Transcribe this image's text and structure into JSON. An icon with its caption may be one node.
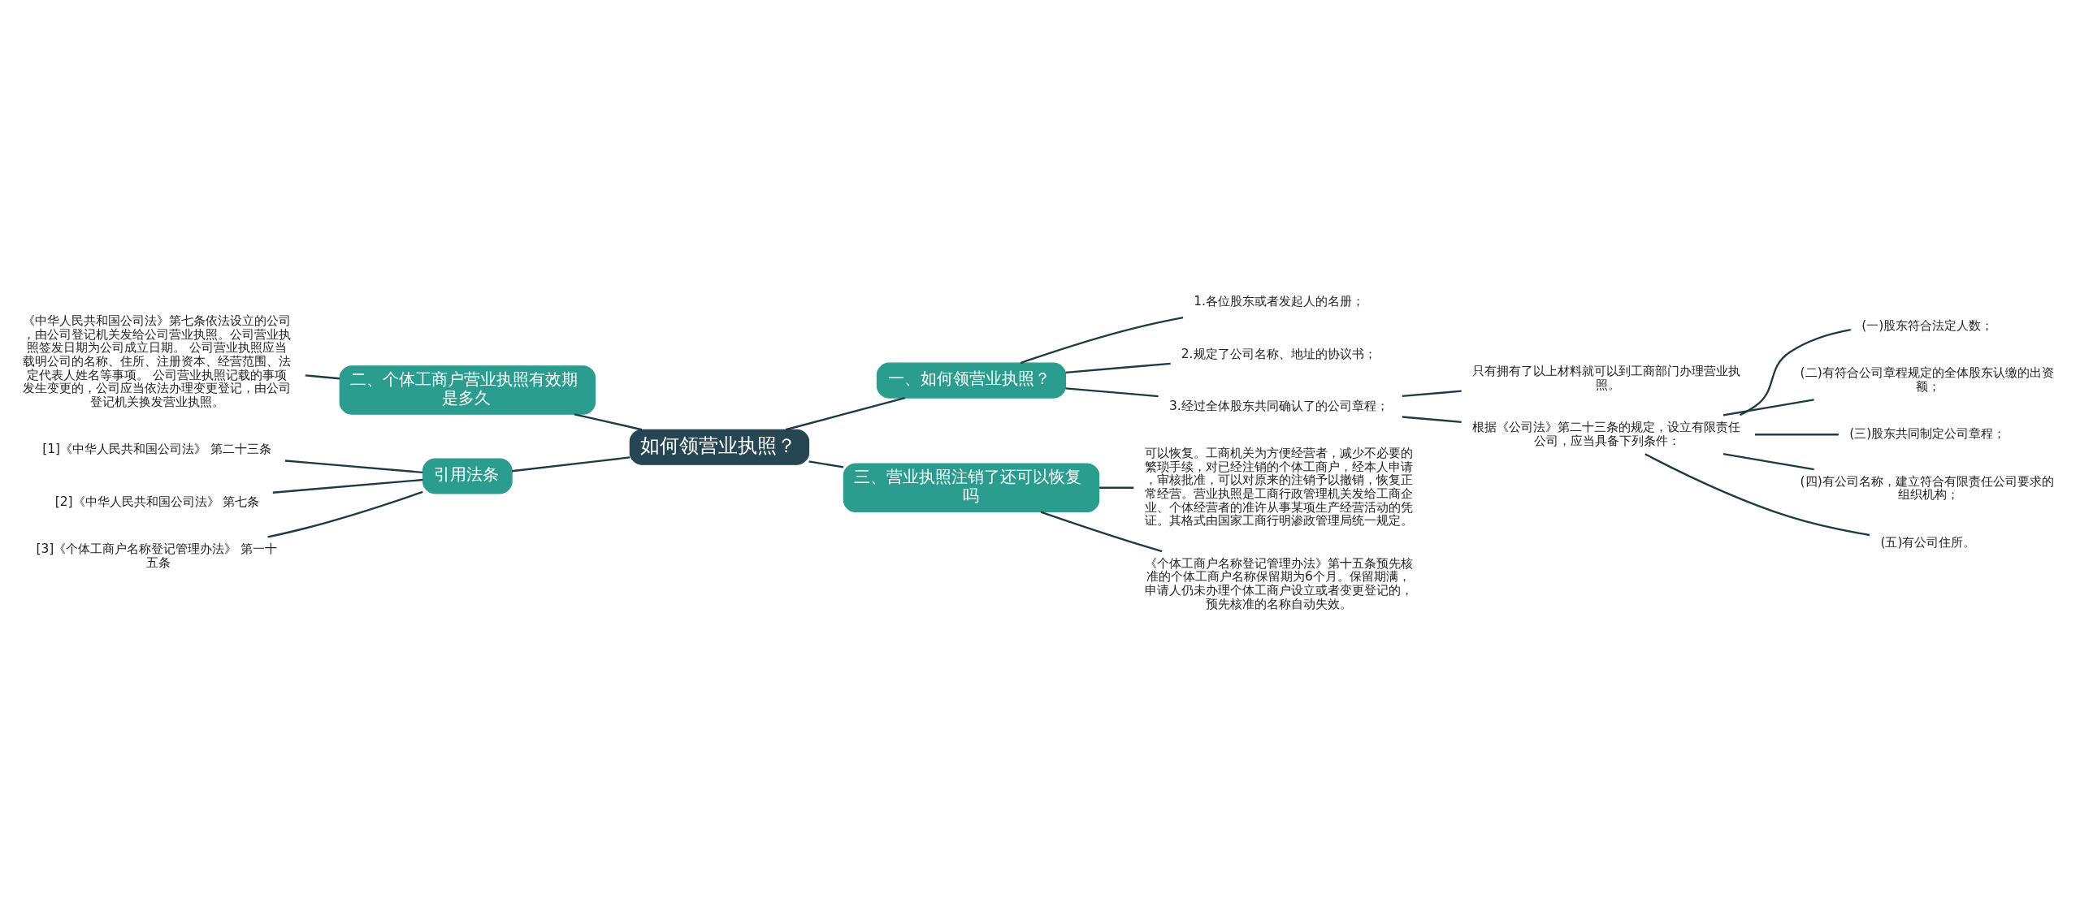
{
  "diagram": {
    "nodes": [
      {
        "text": [
          "如何领营业执照？"
        ]
      },
      {
        "text": [
          "一、如何领营业执照？"
        ]
      },
      {
        "text": [
          "1.各位股东或者发起人的名册；"
        ]
      },
      {
        "text": [
          "2.规定了公司名称、地址的协议书；"
        ]
      },
      {
        "text": [
          "3.经过全体股东共同确认了的公司章程；"
        ]
      },
      {
        "text": [
          "只有拥有了以上材料就可以到工商部门办理营业执照。"
        ]
      },
      {
        "text": [
          "根据《公司法》第二十三条的规定，设立有限责任公司，应当具备下列条件："
        ]
      },
      {
        "text": [
          "(一)股东符合法定人数；"
        ]
      },
      {
        "text": [
          "(二)有符合公司章程规定的全体股东认缴的出资额；"
        ]
      },
      {
        "text": [
          "(三)股东共同制定公司章程；"
        ]
      },
      {
        "text": [
          "(四)有公司名称，建立符合有限责任公司要求的组织机构；"
        ]
      },
      {
        "text": [
          "(五)有公司住所。"
        ]
      },
      {
        "text": [
          "三、营业执照注销了还可以恢复吗"
        ]
      },
      {
        "text": [
          "可以恢复。工商机关为方便经营者，减少不必要的繁琐手续，对已经注销的个体工商户，经本人申请，审核批准，可以对原来的注销予以撤销，恢复正常经营。营业执照是工商行政管理机关发给工商企业、个体经营者的准许从事某项生产经营活动的凭证。其格式由国家工商行明渗政管理局统一规定。"
        ]
      },
      {
        "text": [
          "《个体工商户名称登记管理办法》第十五条预先核准的个体工商户名称保留期为6个月。保留期满，申请人仍未办理个体工商户设立或者变更登记的，预先核准的名称自动失效。"
        ]
      },
      {
        "text": [
          "二、个体工商户营业执照有效期是多久"
        ]
      },
      {
        "text": [
          "《中华人民共和国公司法》第七条依法设立的公司，由公司登记机关发给公司营业执照。公司营业执照签发日期为公司成立日期。 公司营业执照应当载明公司的名称、住所、注册资本、经营范围、法定代表人姓名等事项。 公司营业执照记载的事项发生变更的，公司应当依法办理变更登记，由公司登记机关换发营业执照。"
        ]
      },
      {
        "text": [
          "引用法条"
        ]
      },
      {
        "text": [
          "[1]《中华人民共和国公司法》 第二十三条"
        ]
      },
      {
        "text": [
          "[2]《中华人民共和国公司法》 第七条"
        ]
      },
      {
        "text": [
          "[3]《个体工商户名称登记管理办法》 第一十五条"
        ]
      }
    ],
    "edges": [
      {
        "from": 0,
        "to": 1,
        "arrow": "none"
      },
      {
        "from": 1,
        "to": 2,
        "arrow": "none"
      },
      {
        "from": 1,
        "to": 3,
        "arrow": "none"
      },
      {
        "from": 1,
        "to": 4,
        "arrow": "none"
      },
      {
        "from": 4,
        "to": 5,
        "arrow": "none"
      },
      {
        "from": 4,
        "to": 6,
        "arrow": "none"
      },
      {
        "from": 6,
        "to": 7,
        "arrow": "none"
      },
      {
        "from": 6,
        "to": 8,
        "arrow": "none"
      },
      {
        "from": 6,
        "to": 9,
        "arrow": "none"
      },
      {
        "from": 6,
        "to": 10,
        "arrow": "none"
      },
      {
        "from": 6,
        "to": 11,
        "arrow": "none"
      },
      {
        "from": 0,
        "to": 12,
        "arrow": "none"
      },
      {
        "from": 12,
        "to": 13,
        "arrow": "none"
      },
      {
        "from": 12,
        "to": 14,
        "arrow": "none"
      },
      {
        "from": 0,
        "to": 15,
        "arrow": "none"
      },
      {
        "from": 15,
        "to": 16,
        "arrow": "none"
      },
      {
        "from": 0,
        "to": 17,
        "arrow": "none"
      },
      {
        "from": 17,
        "to": 18,
        "arrow": "none"
      },
      {
        "from": 17,
        "to": 19,
        "arrow": "none"
      },
      {
        "from": 17,
        "to": 20,
        "arrow": "none"
      }
    ]
  }
}
